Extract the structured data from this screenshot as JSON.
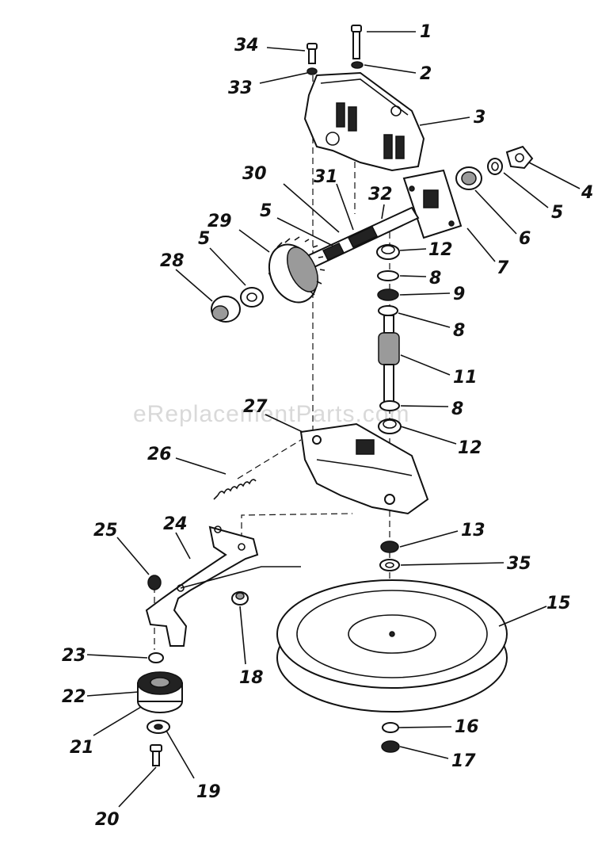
{
  "watermark": "eReplacementParts.com",
  "callouts": [
    {
      "id": "1",
      "text": "1"
    },
    {
      "id": "2",
      "text": "2"
    },
    {
      "id": "3",
      "text": "3"
    },
    {
      "id": "4",
      "text": "4"
    },
    {
      "id": "5a",
      "text": "5"
    },
    {
      "id": "6",
      "text": "6"
    },
    {
      "id": "7",
      "text": "7"
    },
    {
      "id": "34",
      "text": "34"
    },
    {
      "id": "33",
      "text": "33"
    },
    {
      "id": "30",
      "text": "30"
    },
    {
      "id": "31",
      "text": "31"
    },
    {
      "id": "32",
      "text": "32"
    },
    {
      "id": "29",
      "text": "29"
    },
    {
      "id": "5b",
      "text": "5"
    },
    {
      "id": "5c",
      "text": "5"
    },
    {
      "id": "28",
      "text": "28"
    },
    {
      "id": "12a",
      "text": "12"
    },
    {
      "id": "8a",
      "text": "8"
    },
    {
      "id": "9",
      "text": "9"
    },
    {
      "id": "8b",
      "text": "8"
    },
    {
      "id": "11",
      "text": "11"
    },
    {
      "id": "8c",
      "text": "8"
    },
    {
      "id": "12b",
      "text": "12"
    },
    {
      "id": "27",
      "text": "27"
    },
    {
      "id": "26",
      "text": "26"
    },
    {
      "id": "25",
      "text": "25"
    },
    {
      "id": "24",
      "text": "24"
    },
    {
      "id": "13",
      "text": "13"
    },
    {
      "id": "35",
      "text": "35"
    },
    {
      "id": "15",
      "text": "15"
    },
    {
      "id": "18",
      "text": "18"
    },
    {
      "id": "23",
      "text": "23"
    },
    {
      "id": "22",
      "text": "22"
    },
    {
      "id": "21",
      "text": "21"
    },
    {
      "id": "16",
      "text": "16"
    },
    {
      "id": "17",
      "text": "17"
    },
    {
      "id": "19",
      "text": "19"
    },
    {
      "id": "20",
      "text": "20"
    }
  ]
}
